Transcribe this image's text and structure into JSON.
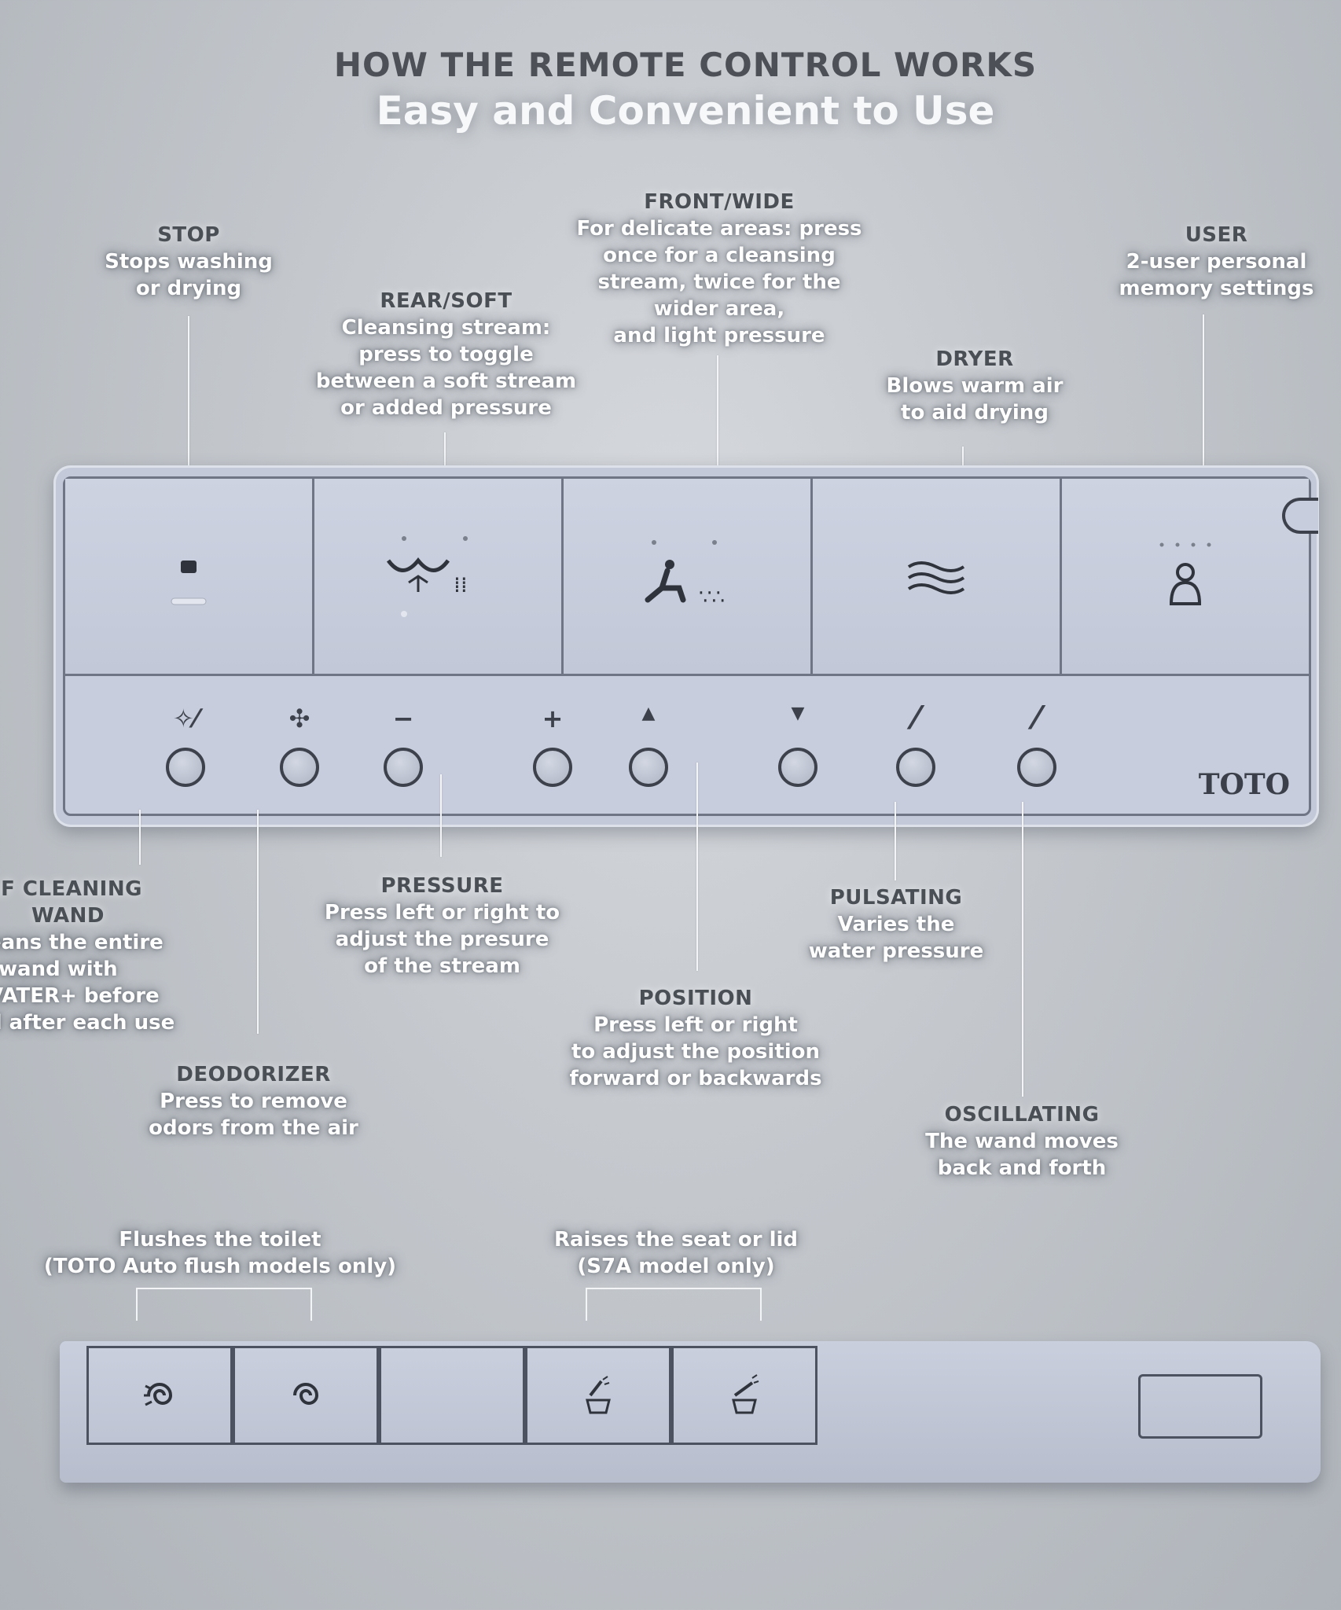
{
  "header": {
    "title": "HOW THE REMOTE CONTROL WORKS",
    "subtitle": "Easy and Convenient to Use"
  },
  "labels": {
    "stop": {
      "heading": "STOP",
      "lines": [
        "Stops washing",
        "or drying"
      ]
    },
    "rear_soft": {
      "heading": "REAR/SOFT",
      "lines": [
        "Cleansing stream:",
        "press to toggle",
        "between a soft stream",
        "or added pressure"
      ]
    },
    "front_wide": {
      "heading": "FRONT/WIDE",
      "lines": [
        "For delicate areas: press",
        "once for a cleansing",
        "stream,  twice for the",
        "wider area,",
        "and light pressure"
      ]
    },
    "dryer": {
      "heading": "DRYER",
      "lines": [
        "Blows warm air",
        "to aid drying"
      ]
    },
    "user": {
      "heading": "USER",
      "lines": [
        "2-user personal",
        "memory settings"
      ]
    },
    "self_cleaning": {
      "heading_lines": [
        "LF CLEANING",
        "WAND"
      ],
      "lines": [
        "eans the entire",
        "wand with",
        "VATER+ before",
        "d after each use"
      ]
    },
    "pressure": {
      "heading": "PRESSURE",
      "lines": [
        "Press left or right to",
        "adjust the presure",
        "of the stream"
      ]
    },
    "pulsating": {
      "heading": "PULSATING",
      "lines": [
        "Varies the",
        "water pressure"
      ]
    },
    "deodorizer": {
      "heading": "DEODORIZER",
      "lines": [
        "Press to remove",
        "odors from the air"
      ]
    },
    "position": {
      "heading": "POSITION",
      "lines": [
        "Press left or right",
        "to adjust the position",
        "forward or backwards"
      ]
    },
    "oscillating": {
      "heading": "OSCILLATING",
      "lines": [
        "The wand moves",
        "back and forth"
      ]
    },
    "flush": {
      "lines": [
        "Flushes the toilet",
        "(TOTO Auto flush models only)"
      ]
    },
    "raise": {
      "lines": [
        "Raises the seat or lid",
        "(S7A model only)"
      ]
    }
  },
  "remote": {
    "brand": "TOTO",
    "small_buttons": [
      {
        "name": "self-cleaning",
        "symbol": "✧⁄"
      },
      {
        "name": "deodorizer",
        "symbol": "✣"
      },
      {
        "name": "pressure-minus",
        "symbol": "−"
      },
      {
        "name": "pressure-plus",
        "symbol": "+"
      },
      {
        "name": "position-up",
        "symbol": "▲"
      },
      {
        "name": "position-down",
        "symbol": "▼"
      },
      {
        "name": "pulsating",
        "symbol": "⁄"
      },
      {
        "name": "oscillating",
        "symbol": "⁄"
      }
    ],
    "icons": {
      "stop": "stop-icon",
      "rear": "rear-spray-icon",
      "front": "front-spray-icon",
      "dryer": "dryer-icon",
      "user": "user-icon"
    }
  },
  "colors": {
    "remote": "#c3c9d8",
    "outline": "#6f7584",
    "label_text": "#ffffff",
    "heading_text": "#4a4f56"
  }
}
